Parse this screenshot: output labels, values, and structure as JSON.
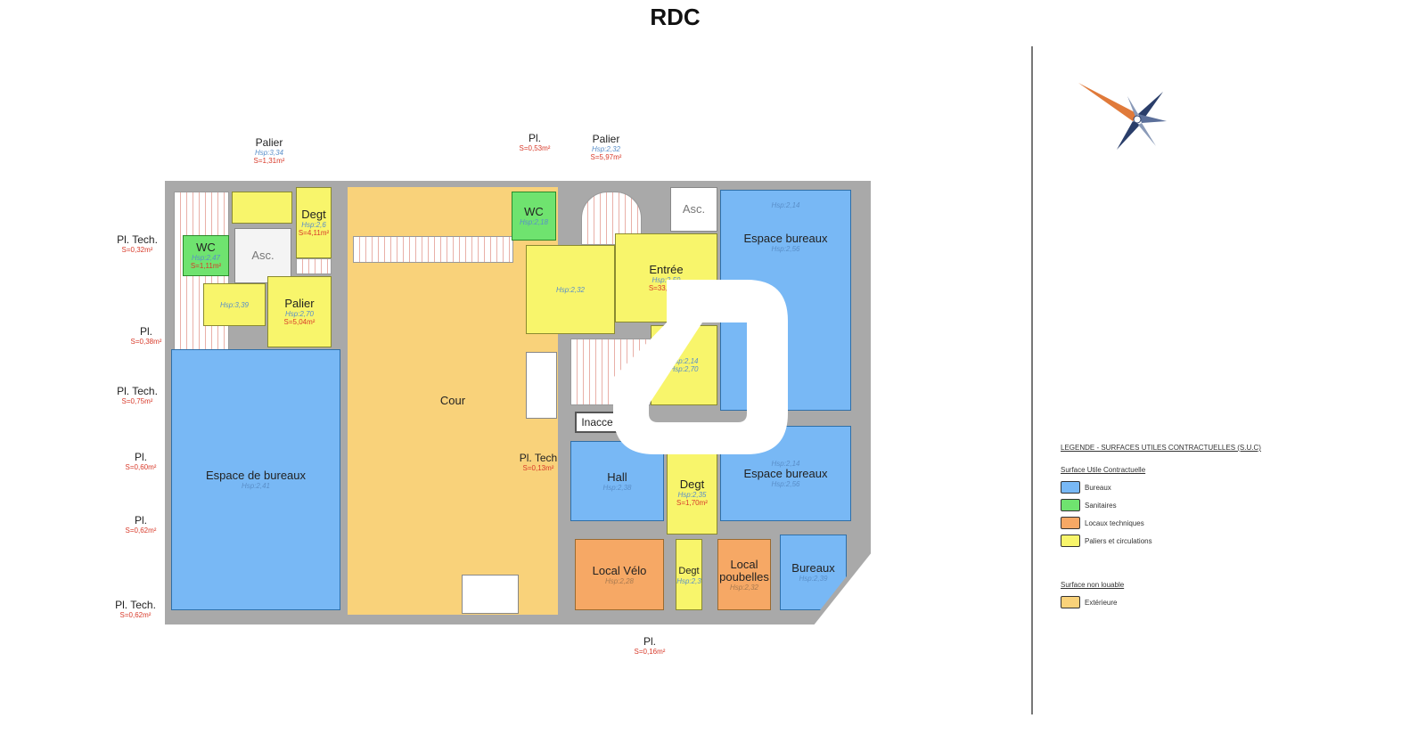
{
  "title": "RDC",
  "rooms": {
    "wc_left": {
      "label": "WC",
      "hsp": "Hsp:2,47",
      "surface": "S=1,11m²"
    },
    "asc_left": {
      "label": "Asc."
    },
    "degt_top": {
      "label": "Degt",
      "hsp": "Hsp:2,6",
      "surface": "S=4,11m²"
    },
    "palier_mid": {
      "label": "Palier",
      "hsp": "Hsp:2,70",
      "surface": "S=5,04m²"
    },
    "unnamed_left": {
      "hsp": "Hsp:3,39"
    },
    "espace_left": {
      "label": "Espace de bureaux",
      "hsp": "Hsp:2,41"
    },
    "cour": {
      "label": "Cour"
    },
    "wc_right": {
      "label": "WC",
      "hsp": "Hsp:2,18"
    },
    "asc_right": {
      "label": "Asc."
    },
    "corridor": {
      "hsp": "Hsp:2,32"
    },
    "entree": {
      "label": "Entrée",
      "hsp": "Hsp:2,59",
      "surface": "S=33,63m²"
    },
    "espace_top_right": {
      "label": "Espace bureaux",
      "hsp": "Hsp:2,56",
      "hsp_top": "Hsp:2,14"
    },
    "yellow_mid": {
      "hsp": "Hsp:2,70",
      "hsp2": "Hsp:2,14"
    },
    "inacc": {
      "label": "Inacce"
    },
    "hall": {
      "label": "Hall",
      "hsp": "Hsp:2,38"
    },
    "degt_mid": {
      "label": "Degt",
      "hsp": "Hsp:2,35",
      "surface": "S=1,70m²"
    },
    "espace_mid_right": {
      "label": "Espace bureaux",
      "hsp": "Hsp:2,56",
      "hsp_top": "Hsp:2,14"
    },
    "local_velo": {
      "label": "Local Vélo",
      "hsp": "Hsp:2,28"
    },
    "degt_bottom": {
      "label": "Degt",
      "hsp": "Hsp:2,3"
    },
    "local_poubelles": {
      "label": "Local poubelles",
      "hsp": "Hsp:2,32"
    },
    "bureaux": {
      "label": "Bureaux",
      "hsp": "Hsp:2,39"
    }
  },
  "annotations": [
    {
      "label": "Palier",
      "hsp": "Hsp:3,34",
      "surface": "S=1,31m²"
    },
    {
      "label": "Pl. Tech.",
      "surface": "S=0,32m²"
    },
    {
      "label": "Pl.",
      "surface": "S=0,38m²"
    },
    {
      "label": "Pl. Tech.",
      "surface": "S=0,75m²"
    },
    {
      "label": "Pl.",
      "surface": "S=0,60m²"
    },
    {
      "label": "Pl.",
      "surface": "S=0,62m²"
    },
    {
      "label": "Pl. Tech.",
      "surface": "S=0,62m²"
    },
    {
      "label": "Pl.",
      "surface": "S=0,53m²"
    },
    {
      "label": "Palier",
      "hsp": "Hsp:2,32",
      "surface": "S=5,97m²"
    },
    {
      "label": "Pl. Tech",
      "surface": "S=0,13m²"
    },
    {
      "label": "Pl.",
      "surface": "S=0,16m²"
    }
  ],
  "legend": {
    "title": "LEGENDE - SURFACES UTILES CONTRACTUELLES (S.U.C)",
    "group1": "Surface Utile Contractuelle",
    "items": [
      {
        "label": "Bureaux",
        "color": "#78b8f5"
      },
      {
        "label": "Sanitaires",
        "color": "#6fe36f"
      },
      {
        "label": "Locaux techniques",
        "color": "#f6a865"
      },
      {
        "label": "Paliers et circulations",
        "color": "#f8f56b"
      }
    ],
    "group2": "Surface non louable",
    "items2": [
      {
        "label": "Extérieure",
        "color": "#f9d27a"
      }
    ]
  },
  "compass_icon": "compass-rose-icon",
  "watermark_icon": "brand-logo-watermark"
}
